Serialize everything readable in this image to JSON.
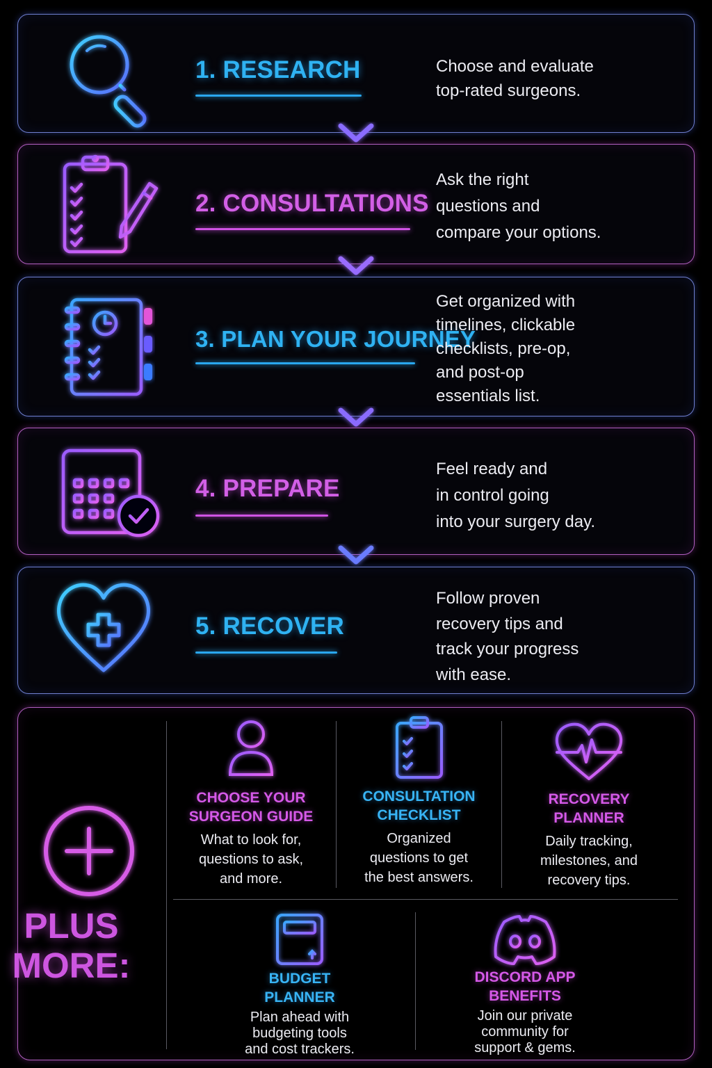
{
  "steps": [
    {
      "title": "1. RESEARCH",
      "color": "#2fb2f2",
      "icon": "magnifier-icon",
      "desc": [
        "Choose and evaluate",
        "top-rated surgeons."
      ]
    },
    {
      "title": "2. CONSULTATIONS",
      "color": "#d25fe6",
      "icon": "clipboard-pencil-icon",
      "desc": [
        "Ask the right",
        "questions and",
        "compare your options."
      ]
    },
    {
      "title": "3. PLAN YOUR JOURNEY",
      "color": "#2fb2f2",
      "icon": "planner-notebook-icon",
      "desc": [
        "Get organized with",
        "timelines, clickable",
        "checklists, pre-op,",
        "and post-op",
        "essentials list."
      ]
    },
    {
      "title": "4. PREPARE",
      "color": "#d25fe6",
      "icon": "calendar-check-icon",
      "desc": [
        "Feel ready and",
        "in control going",
        "into your surgery day."
      ]
    },
    {
      "title": "5. RECOVER",
      "color": "#2fb2f2",
      "icon": "heart-plus-icon",
      "desc": [
        "Follow proven",
        "recovery tips and",
        "track your progress",
        "with ease."
      ]
    }
  ],
  "plus": {
    "label": [
      "PLUS",
      "MORE:"
    ],
    "icon": "plus-circle-icon",
    "features": [
      {
        "title": [
          "CHOOSE YOUR",
          "SURGEON GUIDE"
        ],
        "icon": "person-icon",
        "desc": [
          "What to look for,",
          "questions to ask,",
          "and more."
        ]
      },
      {
        "title": [
          "CONSULTATION",
          "CHECKLIST"
        ],
        "icon": "checklist-icon",
        "desc": [
          "Organized",
          "questions to get",
          "the best answers."
        ]
      },
      {
        "title": [
          "RECOVERY",
          "PLANNER"
        ],
        "icon": "heartbeat-icon",
        "desc": [
          "Daily tracking,",
          "milestones, and",
          "recovery tips."
        ]
      },
      {
        "title": [
          "BUDGET",
          "PLANNER"
        ],
        "icon": "calculator-icon",
        "desc": [
          "Plan ahead with",
          "budgeting tools",
          "and cost trackers."
        ]
      },
      {
        "title": [
          "DISCORD APP",
          "BENEFITS"
        ],
        "icon": "discord-icon",
        "desc": [
          "Join our private",
          "community for",
          "support & gems."
        ]
      }
    ]
  },
  "colors": {
    "blue": "#2fb2f2",
    "pink": "#d25fe6",
    "purple": "#8a5cff",
    "background": "#000000"
  }
}
